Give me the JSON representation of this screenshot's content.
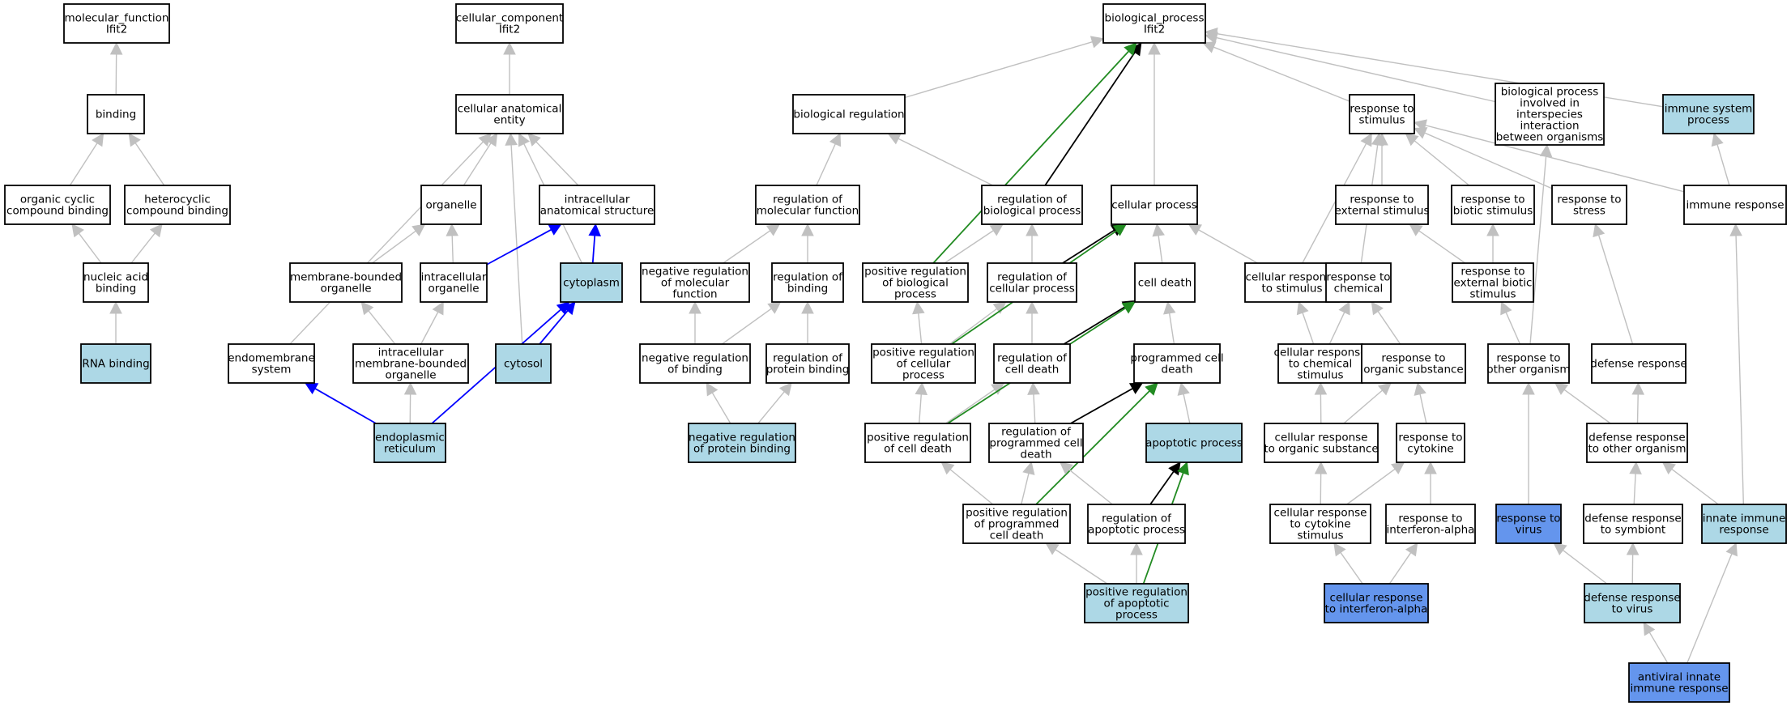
{
  "colors": {
    "node_default": "#ffffff",
    "node_highlight": "#add8e6",
    "node_query": "#6495ed",
    "edge_is_a": "#c0c0c0",
    "edge_regulates": "#000000",
    "edge_positively_regulates": "#228b22",
    "edge_part_of": "#0000ff"
  },
  "nodes": [
    {
      "id": "mf_root",
      "lines": [
        "molecular_function",
        "Ifit2"
      ],
      "fill": "default"
    },
    {
      "id": "cc_root",
      "lines": [
        "cellular_component",
        "Ifit2"
      ],
      "fill": "default"
    },
    {
      "id": "bp_root",
      "lines": [
        "biological_process",
        "Ifit2"
      ],
      "fill": "default"
    },
    {
      "id": "binding",
      "lines": [
        "binding"
      ],
      "fill": "default"
    },
    {
      "id": "cell_anat_entity",
      "lines": [
        "cellular anatomical",
        "entity"
      ],
      "fill": "default"
    },
    {
      "id": "bio_reg",
      "lines": [
        "biological regulation"
      ],
      "fill": "default"
    },
    {
      "id": "resp_stim",
      "lines": [
        "response to",
        "stimulus"
      ],
      "fill": "default"
    },
    {
      "id": "bp_interspecies",
      "lines": [
        "biological process",
        "involved in",
        "interspecies",
        "interaction",
        "between organisms"
      ],
      "fill": "default"
    },
    {
      "id": "immune_sys_proc",
      "lines": [
        "immune system",
        "process"
      ],
      "fill": "highlight"
    },
    {
      "id": "org_cyclic",
      "lines": [
        "organic cyclic",
        "compound binding"
      ],
      "fill": "default"
    },
    {
      "id": "heterocyclic",
      "lines": [
        "heterocyclic",
        "compound binding"
      ],
      "fill": "default"
    },
    {
      "id": "organelle",
      "lines": [
        "organelle"
      ],
      "fill": "default"
    },
    {
      "id": "intracell_anat",
      "lines": [
        "intracellular",
        "anatomical structure"
      ],
      "fill": "default"
    },
    {
      "id": "reg_mol_func",
      "lines": [
        "regulation of",
        "molecular function"
      ],
      "fill": "default"
    },
    {
      "id": "reg_bio_proc",
      "lines": [
        "regulation of",
        "biological process"
      ],
      "fill": "default"
    },
    {
      "id": "cell_proc",
      "lines": [
        "cellular process"
      ],
      "fill": "default"
    },
    {
      "id": "resp_ext_stim",
      "lines": [
        "response to",
        "external stimulus"
      ],
      "fill": "default"
    },
    {
      "id": "resp_biotic",
      "lines": [
        "response to",
        "biotic stimulus"
      ],
      "fill": "default"
    },
    {
      "id": "resp_stress",
      "lines": [
        "response to",
        "stress"
      ],
      "fill": "default"
    },
    {
      "id": "immune_resp",
      "lines": [
        "immune response"
      ],
      "fill": "default"
    },
    {
      "id": "nucleic_acid_binding",
      "lines": [
        "nucleic acid",
        "binding"
      ],
      "fill": "default"
    },
    {
      "id": "membrane_organelle",
      "lines": [
        "membrane-bounded",
        "organelle"
      ],
      "fill": "default"
    },
    {
      "id": "intracell_organelle",
      "lines": [
        "intracellular",
        "organelle"
      ],
      "fill": "default"
    },
    {
      "id": "cytoplasm",
      "lines": [
        "cytoplasm"
      ],
      "fill": "highlight"
    },
    {
      "id": "neg_reg_mol_func",
      "lines": [
        "negative regulation",
        "of molecular",
        "function"
      ],
      "fill": "default"
    },
    {
      "id": "reg_binding",
      "lines": [
        "regulation of",
        "binding"
      ],
      "fill": "default"
    },
    {
      "id": "pos_reg_bio_proc",
      "lines": [
        "positive regulation",
        "of biological",
        "process"
      ],
      "fill": "default"
    },
    {
      "id": "reg_cell_proc",
      "lines": [
        "regulation of",
        "cellular process"
      ],
      "fill": "default"
    },
    {
      "id": "cell_death",
      "lines": [
        "cell death"
      ],
      "fill": "default"
    },
    {
      "id": "cell_resp_stim",
      "lines": [
        "cellular response",
        "to stimulus"
      ],
      "fill": "default"
    },
    {
      "id": "resp_chem",
      "lines": [
        "response to",
        "chemical"
      ],
      "fill": "default"
    },
    {
      "id": "resp_ext_biotic",
      "lines": [
        "response to",
        "external biotic",
        "stimulus"
      ],
      "fill": "default"
    },
    {
      "id": "rna_binding",
      "lines": [
        "RNA binding"
      ],
      "fill": "highlight"
    },
    {
      "id": "endomembrane",
      "lines": [
        "endomembrane",
        "system"
      ],
      "fill": "default"
    },
    {
      "id": "intracell_membrane_organelle",
      "lines": [
        "intracellular",
        "membrane-bounded",
        "organelle"
      ],
      "fill": "default"
    },
    {
      "id": "cytosol",
      "lines": [
        "cytosol"
      ],
      "fill": "highlight"
    },
    {
      "id": "neg_reg_binding",
      "lines": [
        "negative regulation",
        "of binding"
      ],
      "fill": "default"
    },
    {
      "id": "reg_prot_binding",
      "lines": [
        "regulation of",
        "protein binding"
      ],
      "fill": "default"
    },
    {
      "id": "pos_reg_cell_proc",
      "lines": [
        "positive regulation",
        "of cellular",
        "process"
      ],
      "fill": "default"
    },
    {
      "id": "reg_cell_death",
      "lines": [
        "regulation of",
        "cell death"
      ],
      "fill": "default"
    },
    {
      "id": "prog_cell_death",
      "lines": [
        "programmed cell",
        "death"
      ],
      "fill": "default"
    },
    {
      "id": "cell_resp_chem",
      "lines": [
        "cellular response",
        "to chemical",
        "stimulus"
      ],
      "fill": "default"
    },
    {
      "id": "resp_org_subst",
      "lines": [
        "response to",
        "organic substance"
      ],
      "fill": "default"
    },
    {
      "id": "resp_other_org",
      "lines": [
        "response to",
        "other organism"
      ],
      "fill": "default"
    },
    {
      "id": "defense_resp",
      "lines": [
        "defense response"
      ],
      "fill": "default"
    },
    {
      "id": "er",
      "lines": [
        "endoplasmic",
        "reticulum"
      ],
      "fill": "highlight"
    },
    {
      "id": "neg_reg_prot_binding",
      "lines": [
        "negative regulation",
        "of protein binding"
      ],
      "fill": "highlight"
    },
    {
      "id": "pos_reg_cell_death",
      "lines": [
        "positive regulation",
        "of cell death"
      ],
      "fill": "default"
    },
    {
      "id": "reg_prog_cell_death",
      "lines": [
        "regulation of",
        "programmed cell",
        "death"
      ],
      "fill": "default"
    },
    {
      "id": "apoptotic_proc",
      "lines": [
        "apoptotic process"
      ],
      "fill": "highlight"
    },
    {
      "id": "cell_resp_org_subst",
      "lines": [
        "cellular response",
        "to organic substance"
      ],
      "fill": "default"
    },
    {
      "id": "resp_cytokine",
      "lines": [
        "response to",
        "cytokine"
      ],
      "fill": "default"
    },
    {
      "id": "def_resp_other_org",
      "lines": [
        "defense response",
        "to other organism"
      ],
      "fill": "default"
    },
    {
      "id": "pos_reg_prog_cell_death",
      "lines": [
        "positive regulation",
        "of programmed",
        "cell death"
      ],
      "fill": "default"
    },
    {
      "id": "reg_apoptotic",
      "lines": [
        "regulation of",
        "apoptotic process"
      ],
      "fill": "default"
    },
    {
      "id": "cell_resp_cytokine",
      "lines": [
        "cellular response",
        "to cytokine",
        "stimulus"
      ],
      "fill": "default"
    },
    {
      "id": "resp_ifn_alpha",
      "lines": [
        "response to",
        "interferon-alpha"
      ],
      "fill": "default"
    },
    {
      "id": "resp_virus",
      "lines": [
        "response to",
        "virus"
      ],
      "fill": "query"
    },
    {
      "id": "def_resp_symbiont",
      "lines": [
        "defense response",
        "to symbiont"
      ],
      "fill": "default"
    },
    {
      "id": "innate_immune",
      "lines": [
        "innate immune",
        "response"
      ],
      "fill": "highlight"
    },
    {
      "id": "pos_reg_apoptotic",
      "lines": [
        "positive regulation",
        "of apoptotic",
        "process"
      ],
      "fill": "highlight"
    },
    {
      "id": "cell_resp_ifn_alpha",
      "lines": [
        "cellular response",
        "to interferon-alpha"
      ],
      "fill": "query"
    },
    {
      "id": "def_resp_virus",
      "lines": [
        "defense response",
        "to virus"
      ],
      "fill": "highlight"
    },
    {
      "id": "antiviral_innate",
      "lines": [
        "antiviral innate",
        "immune response"
      ],
      "fill": "query"
    }
  ],
  "edges": [
    {
      "from": "binding",
      "to": "mf_root",
      "type": "is_a"
    },
    {
      "from": "org_cyclic",
      "to": "binding",
      "type": "is_a"
    },
    {
      "from": "heterocyclic",
      "to": "binding",
      "type": "is_a"
    },
    {
      "from": "nucleic_acid_binding",
      "to": "org_cyclic",
      "type": "is_a"
    },
    {
      "from": "nucleic_acid_binding",
      "to": "heterocyclic",
      "type": "is_a"
    },
    {
      "from": "rna_binding",
      "to": "nucleic_acid_binding",
      "type": "is_a"
    },
    {
      "from": "cell_anat_entity",
      "to": "cc_root",
      "type": "is_a"
    },
    {
      "from": "organelle",
      "to": "cell_anat_entity",
      "type": "is_a"
    },
    {
      "from": "intracell_anat",
      "to": "cell_anat_entity",
      "type": "is_a"
    },
    {
      "from": "cytosol",
      "to": "cell_anat_entity",
      "type": "is_a"
    },
    {
      "from": "endomembrane",
      "to": "cell_anat_entity",
      "type": "is_a"
    },
    {
      "from": "cytoplasm",
      "to": "cell_anat_entity",
      "type": "is_a"
    },
    {
      "from": "membrane_organelle",
      "to": "organelle",
      "type": "is_a"
    },
    {
      "from": "intracell_organelle",
      "to": "organelle",
      "type": "is_a"
    },
    {
      "from": "intracell_organelle",
      "to": "intracell_anat",
      "type": "part_of"
    },
    {
      "from": "cytoplasm",
      "to": "intracell_anat",
      "type": "part_of"
    },
    {
      "from": "intracell_membrane_organelle",
      "to": "membrane_organelle",
      "type": "is_a"
    },
    {
      "from": "intracell_membrane_organelle",
      "to": "intracell_organelle",
      "type": "is_a"
    },
    {
      "from": "cytosol",
      "to": "cytoplasm",
      "type": "part_of"
    },
    {
      "from": "er",
      "to": "intracell_membrane_organelle",
      "type": "is_a"
    },
    {
      "from": "er",
      "to": "endomembrane",
      "type": "part_of"
    },
    {
      "from": "er",
      "to": "cytoplasm",
      "type": "part_of"
    },
    {
      "from": "bio_reg",
      "to": "bp_root",
      "type": "is_a"
    },
    {
      "from": "reg_mol_func",
      "to": "bio_reg",
      "type": "is_a"
    },
    {
      "from": "reg_bio_proc",
      "to": "bio_reg",
      "type": "is_a"
    },
    {
      "from": "neg_reg_mol_func",
      "to": "reg_mol_func",
      "type": "is_a"
    },
    {
      "from": "reg_binding",
      "to": "reg_mol_func",
      "type": "is_a"
    },
    {
      "from": "neg_reg_binding",
      "to": "neg_reg_mol_func",
      "type": "is_a"
    },
    {
      "from": "neg_reg_binding",
      "to": "reg_binding",
      "type": "is_a"
    },
    {
      "from": "reg_prot_binding",
      "to": "reg_binding",
      "type": "is_a"
    },
    {
      "from": "neg_reg_prot_binding",
      "to": "neg_reg_binding",
      "type": "is_a"
    },
    {
      "from": "neg_reg_prot_binding",
      "to": "reg_prot_binding",
      "type": "is_a"
    },
    {
      "from": "reg_bio_proc",
      "to": "bp_root",
      "type": "regulates"
    },
    {
      "from": "pos_reg_bio_proc",
      "to": "bp_root",
      "type": "positively_regulates"
    },
    {
      "from": "pos_reg_bio_proc",
      "to": "reg_bio_proc",
      "type": "is_a"
    },
    {
      "from": "cell_proc",
      "to": "bp_root",
      "type": "is_a"
    },
    {
      "from": "reg_cell_proc",
      "to": "reg_bio_proc",
      "type": "is_a"
    },
    {
      "from": "reg_cell_proc",
      "to": "cell_proc",
      "type": "regulates"
    },
    {
      "from": "pos_reg_cell_proc",
      "to": "pos_reg_bio_proc",
      "type": "is_a"
    },
    {
      "from": "pos_reg_cell_proc",
      "to": "reg_cell_proc",
      "type": "is_a"
    },
    {
      "from": "pos_reg_cell_proc",
      "to": "cell_proc",
      "type": "positively_regulates"
    },
    {
      "from": "cell_death",
      "to": "cell_proc",
      "type": "is_a"
    },
    {
      "from": "reg_cell_death",
      "to": "reg_cell_proc",
      "type": "is_a"
    },
    {
      "from": "reg_cell_death",
      "to": "cell_death",
      "type": "regulates"
    },
    {
      "from": "prog_cell_death",
      "to": "cell_death",
      "type": "is_a"
    },
    {
      "from": "pos_reg_cell_death",
      "to": "pos_reg_cell_proc",
      "type": "is_a"
    },
    {
      "from": "pos_reg_cell_death",
      "to": "reg_cell_death",
      "type": "is_a"
    },
    {
      "from": "pos_reg_cell_death",
      "to": "cell_death",
      "type": "positively_regulates"
    },
    {
      "from": "reg_prog_cell_death",
      "to": "reg_cell_death",
      "type": "is_a"
    },
    {
      "from": "reg_prog_cell_death",
      "to": "prog_cell_death",
      "type": "regulates"
    },
    {
      "from": "apoptotic_proc",
      "to": "prog_cell_death",
      "type": "is_a"
    },
    {
      "from": "pos_reg_prog_cell_death",
      "to": "pos_reg_cell_death",
      "type": "is_a"
    },
    {
      "from": "pos_reg_prog_cell_death",
      "to": "reg_prog_cell_death",
      "type": "is_a"
    },
    {
      "from": "pos_reg_prog_cell_death",
      "to": "prog_cell_death",
      "type": "positively_regulates"
    },
    {
      "from": "reg_apoptotic",
      "to": "reg_prog_cell_death",
      "type": "is_a"
    },
    {
      "from": "reg_apoptotic",
      "to": "apoptotic_proc",
      "type": "regulates"
    },
    {
      "from": "pos_reg_apoptotic",
      "to": "pos_reg_prog_cell_death",
      "type": "is_a"
    },
    {
      "from": "pos_reg_apoptotic",
      "to": "reg_apoptotic",
      "type": "is_a"
    },
    {
      "from": "pos_reg_apoptotic",
      "to": "apoptotic_proc",
      "type": "positively_regulates"
    },
    {
      "from": "cell_resp_stim",
      "to": "cell_proc",
      "type": "is_a"
    },
    {
      "from": "resp_stim",
      "to": "bp_root",
      "type": "is_a"
    },
    {
      "from": "bp_interspecies",
      "to": "bp_root",
      "type": "is_a"
    },
    {
      "from": "immune_sys_proc",
      "to": "bp_root",
      "type": "is_a"
    },
    {
      "from": "cell_resp_stim",
      "to": "resp_stim",
      "type": "is_a"
    },
    {
      "from": "resp_chem",
      "to": "resp_stim",
      "type": "is_a"
    },
    {
      "from": "resp_ext_stim",
      "to": "resp_stim",
      "type": "is_a"
    },
    {
      "from": "resp_biotic",
      "to": "resp_stim",
      "type": "is_a"
    },
    {
      "from": "resp_stress",
      "to": "resp_stim",
      "type": "is_a"
    },
    {
      "from": "immune_resp",
      "to": "resp_stim",
      "type": "is_a"
    },
    {
      "from": "immune_resp",
      "to": "immune_sys_proc",
      "type": "is_a"
    },
    {
      "from": "resp_ext_biotic",
      "to": "resp_ext_stim",
      "type": "is_a"
    },
    {
      "from": "resp_ext_biotic",
      "to": "resp_biotic",
      "type": "is_a"
    },
    {
      "from": "cell_resp_chem",
      "to": "cell_resp_stim",
      "type": "is_a"
    },
    {
      "from": "cell_resp_chem",
      "to": "resp_chem",
      "type": "is_a"
    },
    {
      "from": "resp_org_subst",
      "to": "resp_chem",
      "type": "is_a"
    },
    {
      "from": "resp_other_org",
      "to": "resp_ext_biotic",
      "type": "is_a"
    },
    {
      "from": "resp_other_org",
      "to": "bp_interspecies",
      "type": "is_a"
    },
    {
      "from": "defense_resp",
      "to": "resp_stress",
      "type": "is_a"
    },
    {
      "from": "cell_resp_org_subst",
      "to": "cell_resp_chem",
      "type": "is_a"
    },
    {
      "from": "cell_resp_org_subst",
      "to": "resp_org_subst",
      "type": "is_a"
    },
    {
      "from": "resp_cytokine",
      "to": "resp_org_subst",
      "type": "is_a"
    },
    {
      "from": "cell_resp_cytokine",
      "to": "cell_resp_org_subst",
      "type": "is_a"
    },
    {
      "from": "cell_resp_cytokine",
      "to": "resp_cytokine",
      "type": "is_a"
    },
    {
      "from": "resp_ifn_alpha",
      "to": "resp_cytokine",
      "type": "is_a"
    },
    {
      "from": "cell_resp_ifn_alpha",
      "to": "cell_resp_cytokine",
      "type": "is_a"
    },
    {
      "from": "cell_resp_ifn_alpha",
      "to": "resp_ifn_alpha",
      "type": "is_a"
    },
    {
      "from": "def_resp_other_org",
      "to": "resp_other_org",
      "type": "is_a"
    },
    {
      "from": "def_resp_other_org",
      "to": "defense_resp",
      "type": "is_a"
    },
    {
      "from": "resp_virus",
      "to": "resp_other_org",
      "type": "is_a"
    },
    {
      "from": "def_resp_symbiont",
      "to": "def_resp_other_org",
      "type": "is_a"
    },
    {
      "from": "innate_immune",
      "to": "def_resp_other_org",
      "type": "is_a"
    },
    {
      "from": "innate_immune",
      "to": "immune_resp",
      "type": "is_a"
    },
    {
      "from": "def_resp_virus",
      "to": "def_resp_symbiont",
      "type": "is_a"
    },
    {
      "from": "def_resp_virus",
      "to": "resp_virus",
      "type": "is_a"
    },
    {
      "from": "antiviral_innate",
      "to": "def_resp_virus",
      "type": "is_a"
    },
    {
      "from": "antiviral_innate",
      "to": "innate_immune",
      "type": "is_a"
    }
  ]
}
